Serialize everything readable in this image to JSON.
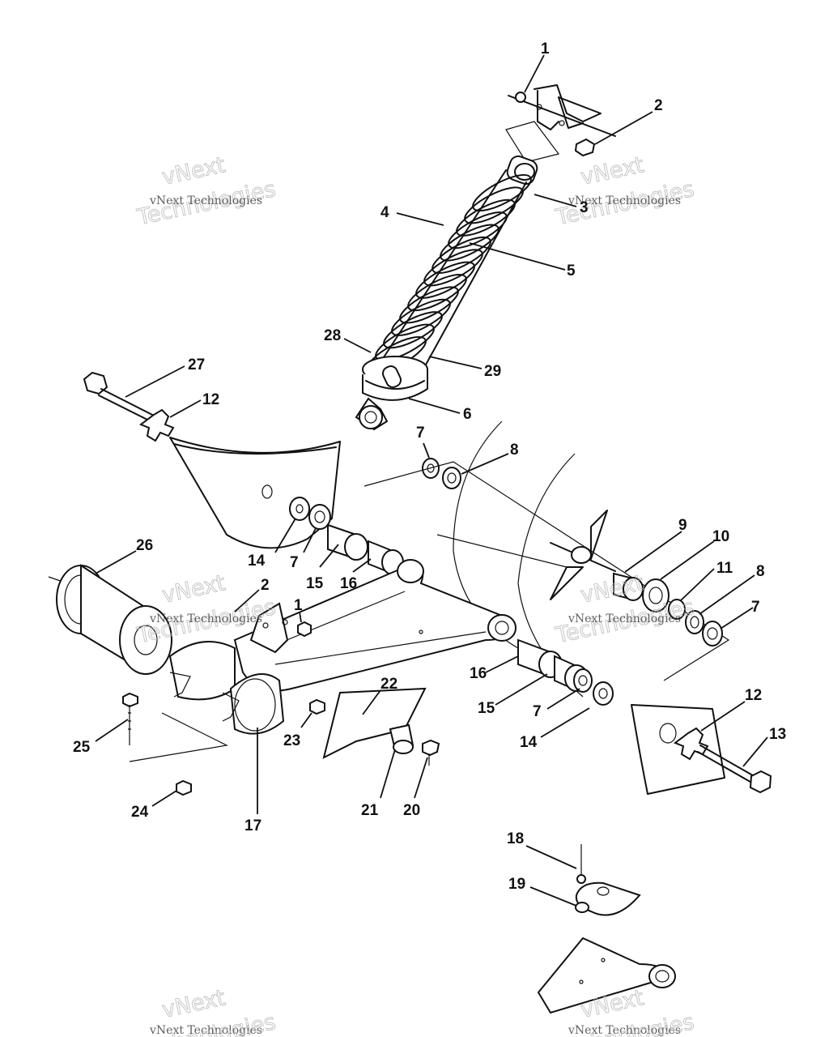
{
  "watermarks": [
    {
      "small": "vNext Technologies",
      "big1": "vNext",
      "big2": "Technologies"
    },
    {
      "small": "vNext Technologies",
      "big1": "vNext",
      "big2": "Technologies"
    },
    {
      "small": "vNext Technologies",
      "big1": "vNext",
      "big2": "Technologies"
    },
    {
      "small": "vNext Technologies",
      "big1": "vNext",
      "big2": "Technologies"
    },
    {
      "small": "vNext Technologies",
      "big1": "vNext",
      "big2": "Technologies"
    },
    {
      "small": "vNext Technologies",
      "big1": "vNext",
      "big2": "Technologies"
    }
  ],
  "callouts": [
    "1",
    "2",
    "3",
    "4",
    "5",
    "28",
    "29",
    "6",
    "27",
    "12",
    "7",
    "8",
    "14",
    "7",
    "15",
    "16",
    "26",
    "2",
    "1",
    "9",
    "10",
    "11",
    "8",
    "7",
    "16",
    "15",
    "7",
    "14",
    "12",
    "13",
    "22",
    "23",
    "25",
    "24",
    "17",
    "21",
    "20",
    "18",
    "19"
  ]
}
